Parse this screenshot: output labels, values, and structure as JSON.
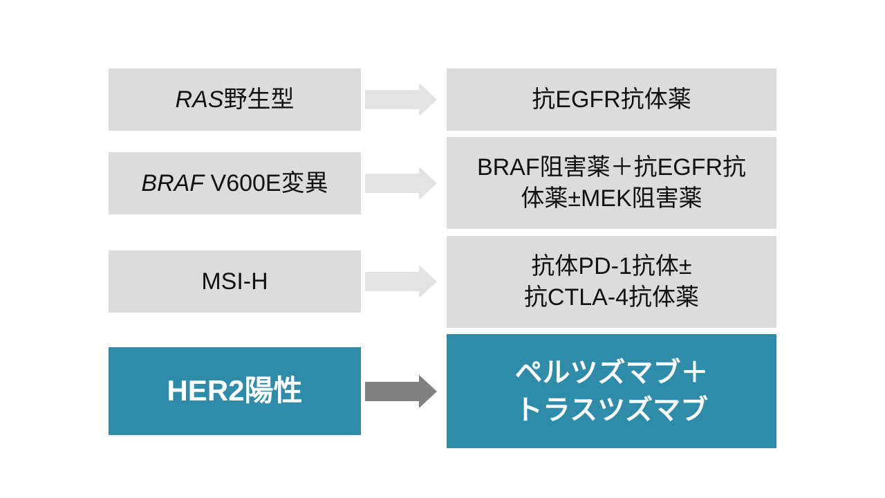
{
  "rows": [
    {
      "left": {
        "italic": "RAS",
        "rest": "野生型"
      },
      "right": "抗EGFR抗体薬",
      "highlight": false
    },
    {
      "left": {
        "italic": "BRAF",
        "rest": " V600E変異"
      },
      "right": "BRAF阻害薬＋抗EGFR抗\n体薬±MEK阻害薬",
      "highlight": false
    },
    {
      "left": {
        "italic": "",
        "rest": "MSI-H"
      },
      "right": "抗体PD-1抗体±\n抗CTLA-4抗体薬",
      "highlight": false
    },
    {
      "left": {
        "italic": "",
        "rest": "HER2陽性"
      },
      "right": "ペルツズマブ＋\nトラスツズマブ",
      "highlight": true
    }
  ],
  "colors": {
    "gray_box": "#dcdcdc",
    "highlight_box": "#2e8ca8",
    "gray_arrow": "#e3e3e3",
    "dark_arrow": "#808080"
  }
}
